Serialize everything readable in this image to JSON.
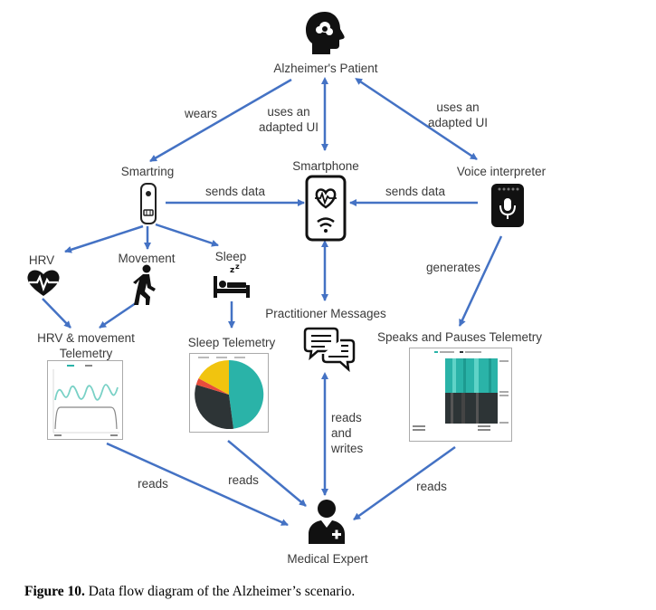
{
  "nodes": {
    "patient": "Alzheimer's Patient",
    "smartring": "Smartring",
    "smartphone": "Smartphone",
    "voice": "Voice interpreter",
    "hrv": "HRV",
    "movement": "Movement",
    "sleep": "Sleep",
    "practitioner": "Practitioner Messages",
    "hrv_telemetry": "HRV & movement\nTelemetry",
    "sleep_telemetry": "Sleep Telemetry",
    "speaks_telemetry": "Speaks and Pauses Telemetry",
    "expert": "Medical Expert"
  },
  "edges": {
    "wears": "wears",
    "uses_ui_left": "uses an\nadapted UI",
    "uses_ui_right": "uses an\nadapted UI",
    "sends_left": "sends data",
    "sends_right": "sends data",
    "generates": "generates",
    "reads_left": "reads",
    "reads_mid": "reads",
    "reads_writes": "reads\nand\nwrites",
    "reads_right": "reads"
  },
  "icons": [
    "head-icon",
    "smartring-icon",
    "smartphone-heart-icon",
    "smart-speaker-icon",
    "heart-pulse-icon",
    "walking-person-icon",
    "bed-sleep-icon",
    "chat-bubbles-icon",
    "doctor-icon"
  ],
  "colors": {
    "arrow": "#4472c4",
    "teal": "#2ab3a8",
    "dark": "#2d3436",
    "yellow": "#f1c40f",
    "red": "#e74c3c"
  },
  "caption": {
    "label": "Figure 10.",
    "text": " Data flow diagram of the Alzheimer’s scenario."
  }
}
